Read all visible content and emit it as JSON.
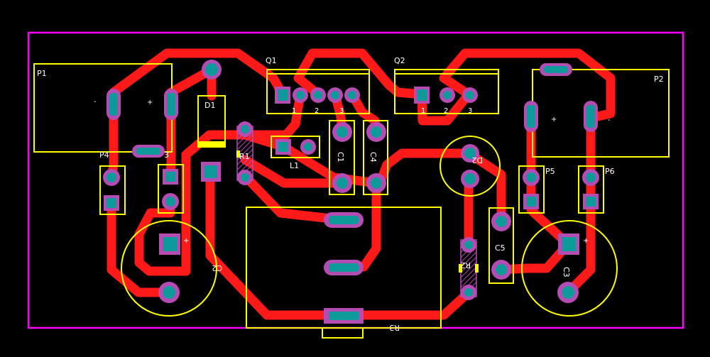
{
  "colors": {
    "background": "#000000",
    "board_outline": "#ff00ff",
    "trace": "#ff1a1a",
    "silkscreen": "#ffff00",
    "pad": "#b44cb4",
    "drill": "#0e9a9a",
    "label": "#ffffff"
  },
  "components": {
    "p1": "P1",
    "p2": "P2",
    "p3": "3",
    "p4": "P4",
    "p5": "P5",
    "p6": "P6",
    "d1": "D1",
    "d2": "D2",
    "q1": "Q1",
    "q2": "Q2",
    "r1": "R1",
    "r2": "R2",
    "r3": "R3",
    "l1": "L1",
    "c1": "C1",
    "c2": "C2",
    "c3": "C3",
    "c4": "C4",
    "c5": "C5"
  },
  "pins": {
    "q1_pin1": "1",
    "q1_pin2": "2",
    "q1_pin3": "3",
    "q2_pin1": "1",
    "q2_pin2": "2",
    "q2_pin3": "3"
  },
  "polarity": {
    "p1_minus": "-",
    "p1_plus": "+",
    "p2_plus": "+",
    "p2_minus": "-",
    "c2_plus": "+",
    "c3_plus": "+"
  }
}
